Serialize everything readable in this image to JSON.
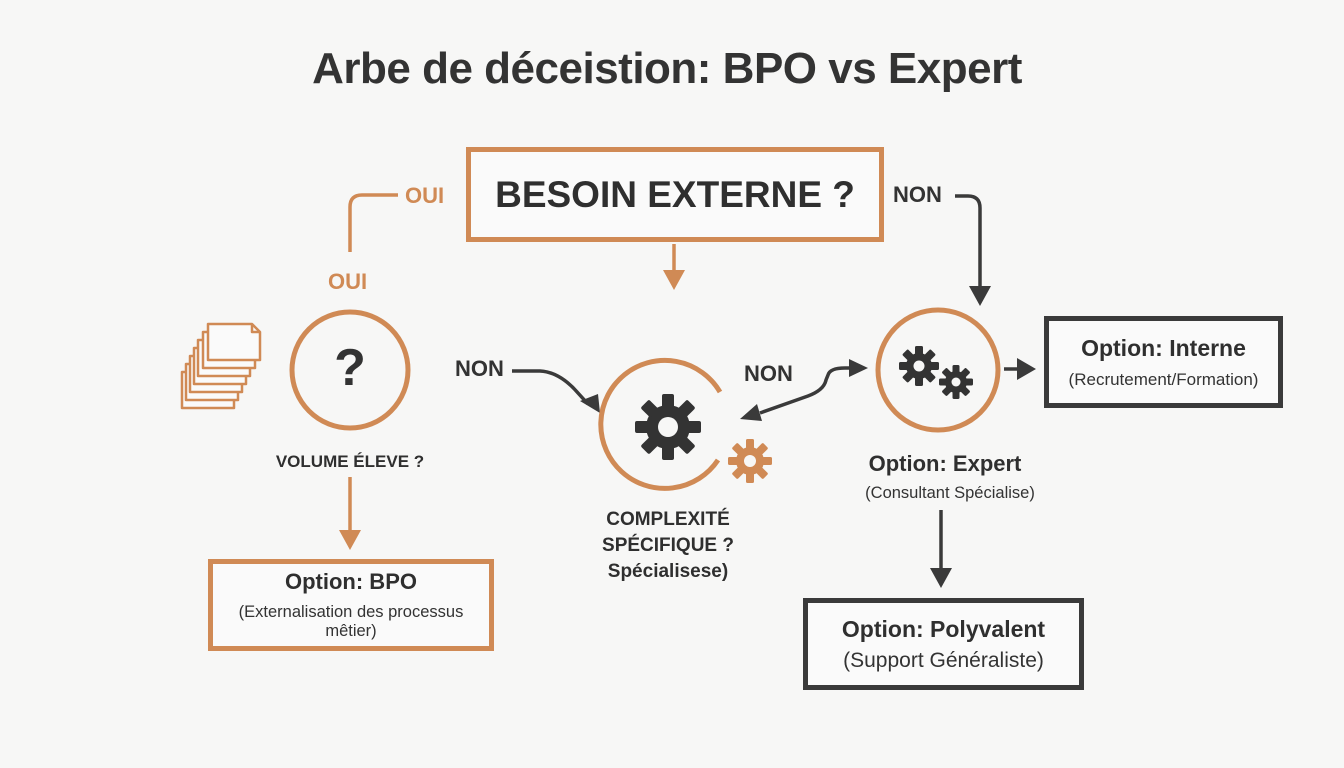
{
  "title": "Arbe de déceistion: BPO vs Expert",
  "root": {
    "label": "BESOIN EXTERNE ?"
  },
  "edge_labels": {
    "root_yes_top": "OUI",
    "root_yes_side": "OUI",
    "root_no": "NON",
    "volume_no": "NON",
    "complexity_no": "NON"
  },
  "volume": {
    "icon_text": "?",
    "label": "VOLUME ÉLEVE ?"
  },
  "complexity": {
    "line1": "COMPLEXITÉ",
    "line2": "SPÉCIFIQUE ?",
    "line3": "Spécialisese)"
  },
  "expert": {
    "title": "Option: Expert",
    "subtitle": "(Consultant Spécialise)"
  },
  "options": {
    "bpo": {
      "title": "Option: BPO",
      "subtitle": "(Externalisation des processus mêtier)"
    },
    "interne": {
      "title": "Option: Interne",
      "subtitle": "(Recrutement/Formation)"
    },
    "polyvalent": {
      "title": "Option: Polyvalent",
      "subtitle": "(Support Généraliste)"
    }
  },
  "icons": {
    "documents": "stacked-documents-icon",
    "question": "question-mark-icon",
    "gear": "gear-icon",
    "gears": "gears-icon"
  },
  "colors": {
    "accent": "#d08a55",
    "dark": "#3a3a3a",
    "background": "#f7f7f6"
  }
}
